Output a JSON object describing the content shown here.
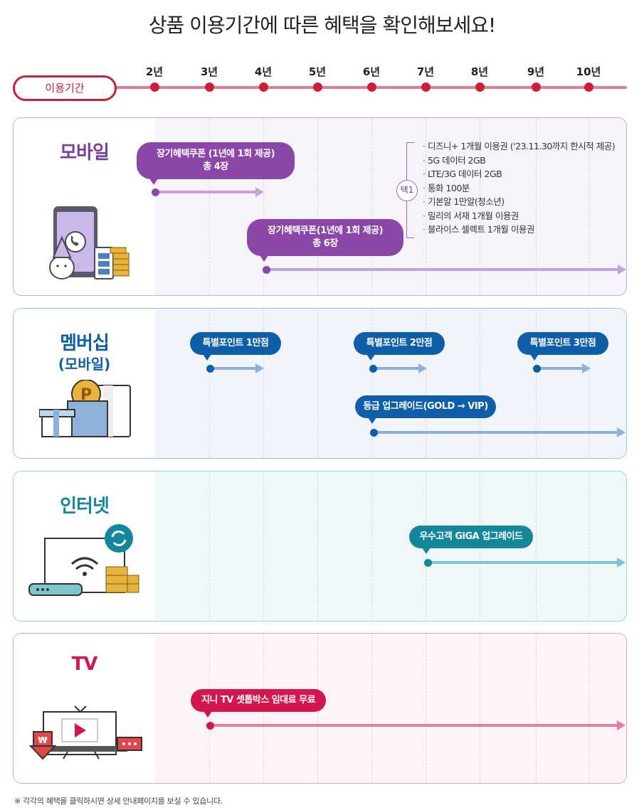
{
  "title": "상품 이용기간에 따른 혜택을 확인해보세요!",
  "timeline": {
    "label": "이용기간",
    "years": [
      "2년",
      "3년",
      "4년",
      "5년",
      "6년",
      "7년",
      "8년",
      "9년",
      "10년"
    ]
  },
  "sections": {
    "mobile": {
      "title": "모바일",
      "coupon1_line1": "장기혜택쿠폰 (1년에 1회 제공)",
      "coupon1_line2": "총 4장",
      "coupon2_line1": "장기혜택쿠폰(1년에 1회 제공)",
      "coupon2_line2": "총 6장",
      "choice_label": "택1",
      "benefits": [
        "디즈니+ 1개월 이용권 ('23.11.30까지 한시적 제공)",
        "5G 데이터 2GB",
        "LTE/3G 데이터 2GB",
        "통화 100분",
        "기본알 1만알(청소년)",
        "밀리의 서재 1개월 이용권",
        "블라이스 셀렉트 1개월 이용권"
      ]
    },
    "membership": {
      "title": "멤버십",
      "subtitle": "(모바일)",
      "point1": "특별포인트 1만점",
      "point2": "특별포인트 2만점",
      "point3": "특별포인트 3만점",
      "upgrade": "등급 업그레이드(GOLD → VIP)"
    },
    "internet": {
      "title": "인터넷",
      "upgrade": "우수고객 GiGA 업그레이드"
    },
    "tv": {
      "title": "TV",
      "settop": "지니 TV 셋톱박스 임대료 무료"
    }
  },
  "colors": {
    "accent_red": "#cc1f36",
    "mobile": "#8b47a8",
    "membership": "#0f5ea8",
    "internet": "#14889a",
    "tv": "#d4164f"
  },
  "footnote": "※ 각각의 혜택을 클릭하시면 상세 안내페이지를 보실 수 있습니다."
}
